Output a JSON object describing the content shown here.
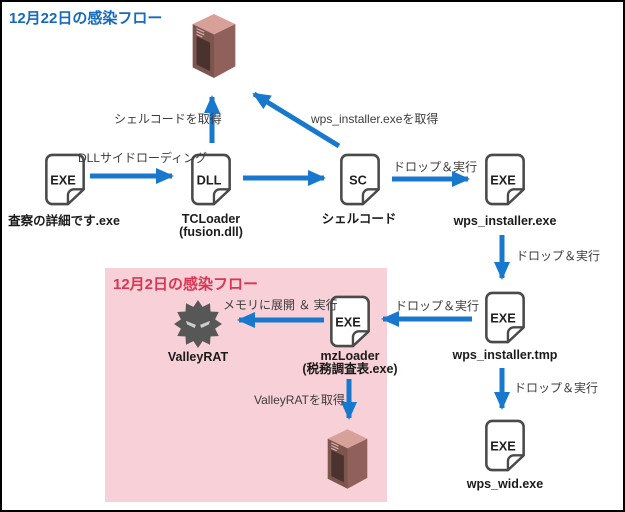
{
  "titles": {
    "flow1": "12月22日の感染フロー",
    "flow2": "12月2日の感染フロー"
  },
  "colors": {
    "arrow_blue": "#1878CE",
    "title_blue": "#1569BF",
    "title_red": "#D93654",
    "pink_bg": "#F8D0D7"
  },
  "nodes": {
    "attachment": {
      "badge": "EXE",
      "label": "査察の詳細です.exe"
    },
    "tcloader": {
      "badge": "DLL",
      "label": "TCLoader",
      "sublabel": "(fusion.dll)"
    },
    "shellcode": {
      "badge": "SC",
      "label": "シェルコード"
    },
    "wps_installer_exe": {
      "badge": "EXE",
      "label": "wps_installer.exe"
    },
    "wps_installer_tmp": {
      "badge": "EXE",
      "label": "wps_installer.tmp"
    },
    "wps_wid_exe": {
      "badge": "EXE",
      "label": "wps_wid.exe"
    },
    "mzloader": {
      "badge": "EXE",
      "label": "mzLoader",
      "sublabel": "(税務調査表.exe)"
    },
    "valleyrat": {
      "label": "ValleyRAT"
    }
  },
  "edge_labels": {
    "get_shellcode": "シェルコードを取得",
    "get_wps_installer": "wps_installer.exeを取得",
    "dll_sideloading": "DLLサイドローディング",
    "drop_exec_1": "ドロップ＆実行",
    "drop_exec_2": "ドロップ＆実行",
    "drop_exec_3": "ドロップ＆実行",
    "drop_exec_4": "ドロップ＆実行",
    "memory_expand_exec": "メモリに展開 ＆ 実行",
    "get_valleyrat": "ValleyRATを取得"
  }
}
